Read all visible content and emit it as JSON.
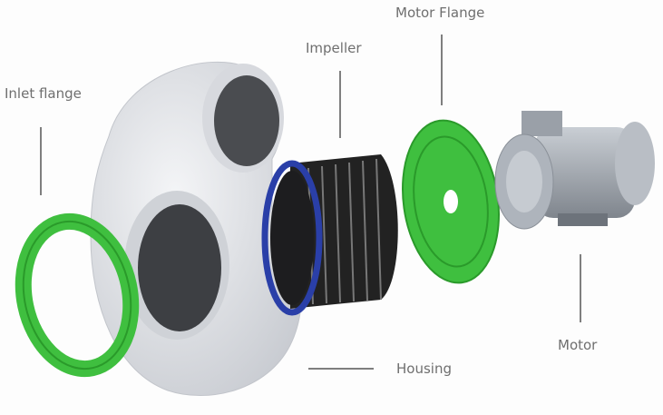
{
  "labels": {
    "inlet_flange": "Inlet flange",
    "impeller": "Impeller",
    "motor_flange": "Motor Flange",
    "motor": "Motor",
    "housing": "Housing"
  },
  "colors": {
    "flange_green": "#3fbf3f",
    "housing_white": "#e6e8ec",
    "impeller_black": "#1d1d1f",
    "impeller_ring_blue": "#2a3fa8",
    "motor_grey": "#a7adb5",
    "label_text": "#6f6f6f",
    "leader_line": "#555555"
  }
}
